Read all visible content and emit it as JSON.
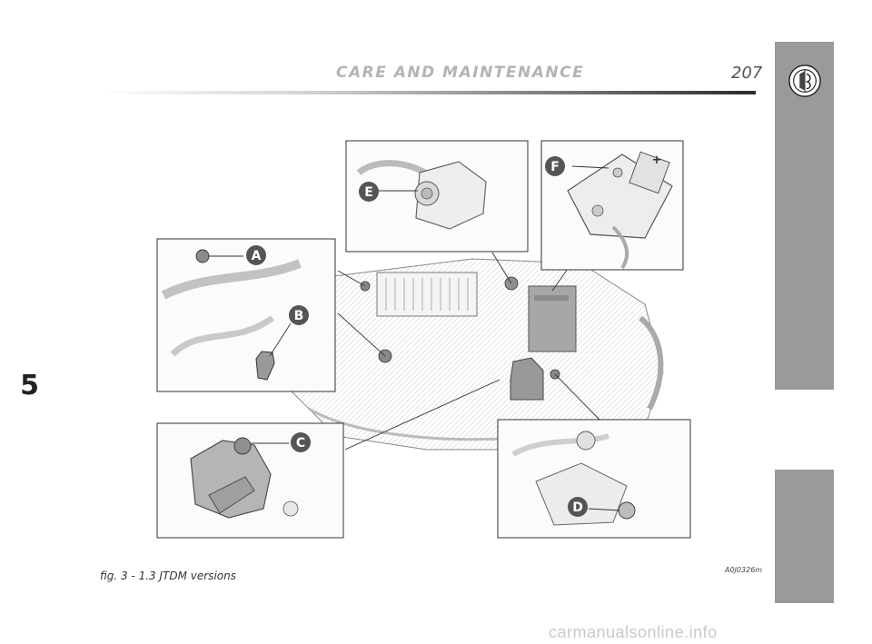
{
  "header": {
    "title": "CARE AND MAINTENANCE",
    "page_number": "207"
  },
  "side_tab": {
    "chapter": "5",
    "logo_icon": "alfa-romeo-logo-icon"
  },
  "figure": {
    "callouts": [
      "A",
      "B",
      "C",
      "D",
      "E",
      "F"
    ],
    "battery_plus": "+",
    "caption": "fig. 3 - 1.3 JTDM versions",
    "code": "A0J0326m"
  },
  "watermark": "carmanualsonline.info",
  "colors": {
    "side_tab": "#9a9a9a",
    "header_text": "#b4b4b4",
    "callout_fill": "#555555"
  }
}
